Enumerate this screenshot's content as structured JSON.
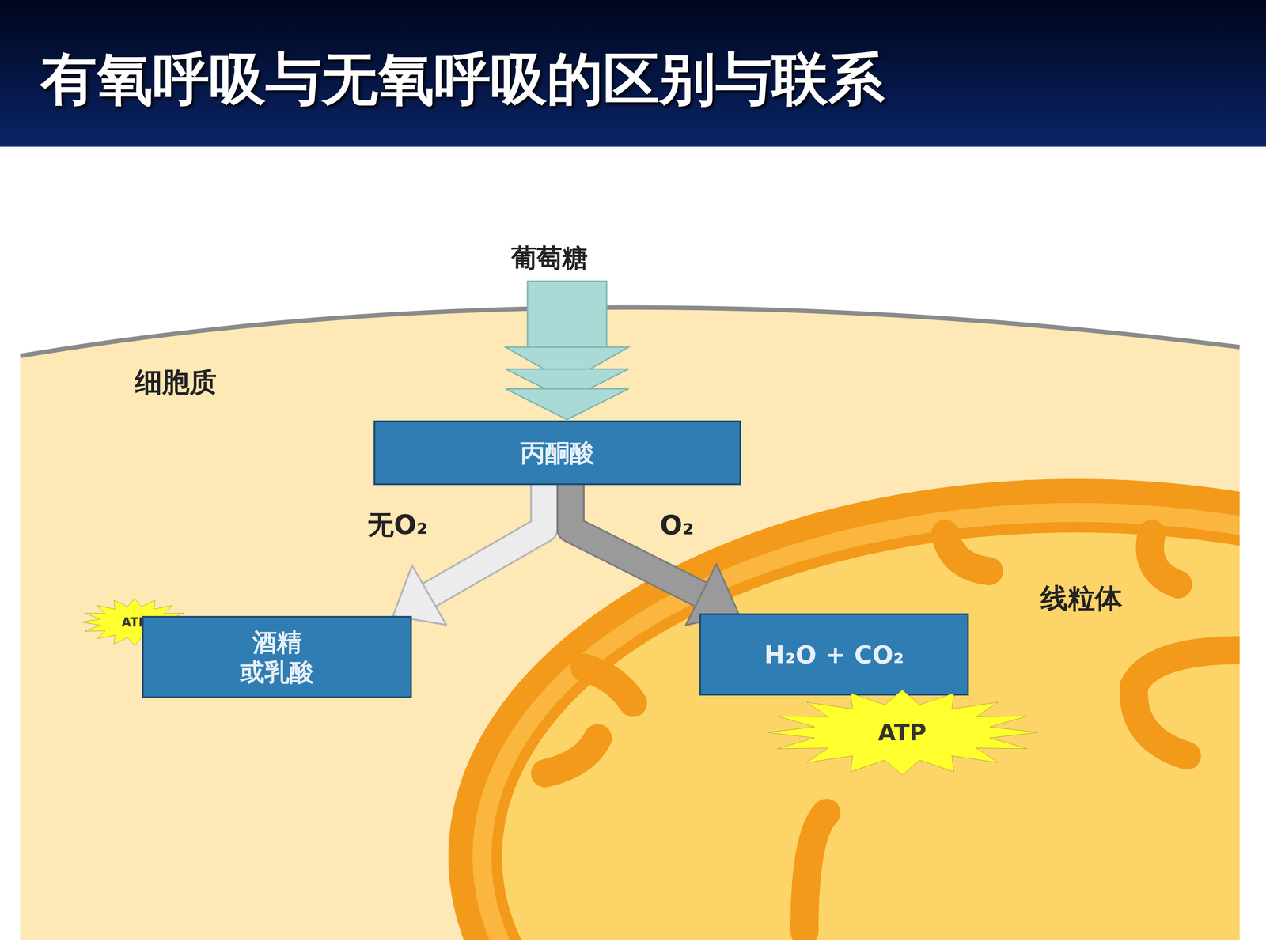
{
  "diagram": {
    "title": "有氧呼吸与无氧呼吸的区别与联系",
    "nodes": [
      {
        "text": [
          "丙酮酸"
        ]
      },
      {
        "text": [
          "ATP"
        ]
      },
      {
        "text": [
          "酒精 或乳酸"
        ]
      },
      {
        "text": [
          "H₂O + CO₂"
        ]
      },
      {
        "text": [
          "ATP"
        ]
      }
    ],
    "edges": [
      {
        "from": 0,
        "to": 2,
        "label": "无O₂",
        "arrow": "to"
      },
      {
        "from": 0,
        "to": 3,
        "label": "O₂",
        "arrow": "to"
      }
    ],
    "labels": [
      "葡萄糖",
      "细胞质",
      "线粒体"
    ]
  }
}
